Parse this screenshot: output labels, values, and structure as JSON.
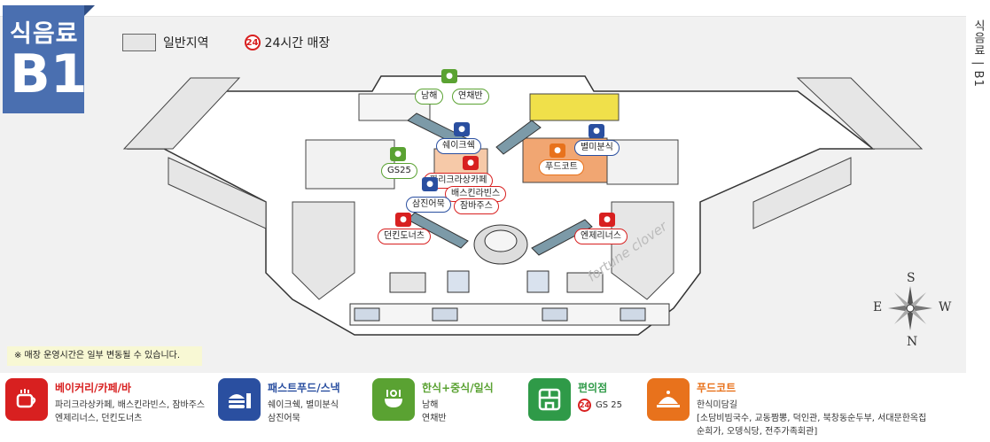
{
  "badge": {
    "title": "식음료",
    "floor": "B1"
  },
  "side_label": "식음료 | B1",
  "legend_top": {
    "general_area": "일반지역",
    "open24_icon": "24",
    "open24_label": "24시간 매장"
  },
  "notice": "※ 매장 운영시간은 일부 변동될 수 있습니다.",
  "compass": {
    "north": "N",
    "south": "S",
    "east": "E",
    "west": "W"
  },
  "watermark": "fortune clover",
  "map_labels": {
    "namhae": "남해",
    "yeonchaeban": "연채반",
    "shakeshack": "쉐이크쉑",
    "gs25": "GS25",
    "paris_cafe": "파리크라상카페",
    "baskin": "배스킨라빈스",
    "samjin": "삼진어묵",
    "jambajuice": "잠바주스",
    "byeolmi": "별미분식",
    "foodcourt": "푸드코트",
    "dunkin": "던킨도너츠",
    "angelinus": "엔제리너스"
  },
  "categories": [
    {
      "color": "#d82020",
      "icon": "coffee-cup-icon",
      "title": "베이커리/카페/바",
      "shops": [
        "파리크라상카페, 배스킨라빈스, 잠바주스",
        "엔제리너스, 던킨도너츠"
      ]
    },
    {
      "color": "#2a4fa0",
      "icon": "burger-drink-icon",
      "title": "패스트푸드/스낵",
      "shops": [
        "쉐이크쉑, 별미분식",
        "삼진어묵"
      ]
    },
    {
      "color": "#5aa232",
      "icon": "bowl-utensils-icon",
      "title": "한식+중식/일식",
      "shops": [
        "남해",
        "연채반"
      ]
    },
    {
      "color": "#2f9a48",
      "icon": "store-building-icon",
      "title": "편의점",
      "badge24": "24",
      "shops": [
        "GS 25"
      ]
    },
    {
      "color": "#e8721c",
      "icon": "cloche-dish-icon",
      "title": "푸드코트",
      "shops": [
        "한식미담길",
        "[소담비빔국수, 교동짬뽕, 덕인관, 북창동순두부, 서대문한옥집",
        "순희가, 오뎅식당, 전주가족회관]"
      ]
    }
  ]
}
